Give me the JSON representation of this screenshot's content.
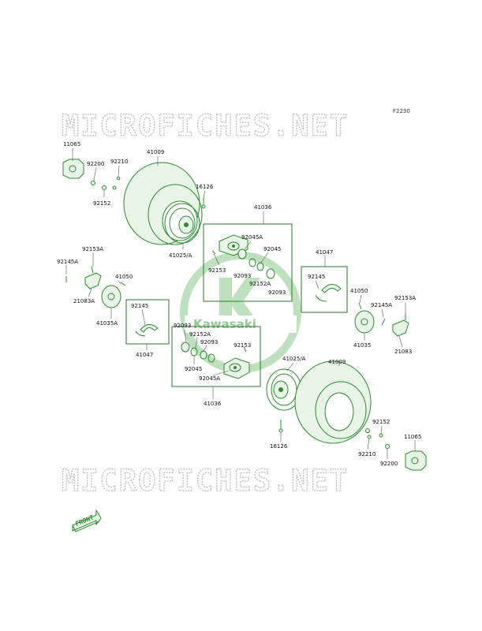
{
  "diagram": {
    "figure_code": "F2230",
    "watermark_text": "MICROFICHES.NET",
    "brand_name": "Kawasaki",
    "front_arrow_text": "FRONT",
    "accent_color": "#2e8b2e",
    "labels": {
      "l_11065_left": "11065",
      "l_92200_left": "92200",
      "l_92210_left": "92210",
      "l_92152_left": "92152",
      "l_41009_left": "41009",
      "l_16126_left": "16126",
      "l_41025a_left": "41025/A",
      "l_41036_top": "41036",
      "l_92045a_top": "92045A",
      "l_92045_top": "92045",
      "l_92153_top": "92153",
      "l_92093_top": "92093",
      "l_92152a_top": "92152A",
      "l_92093_top2": "92093",
      "l_41047_right": "41047",
      "l_92145_right": "92145",
      "l_92153a_left": "92153A",
      "l_92145a_left": "92145A",
      "l_41050_left": "41050",
      "l_21083a_left": "21083A",
      "l_41035a_left": "41035A",
      "l_92145_left": "92145",
      "l_41047_left": "41047",
      "l_92093_bot": "92093",
      "l_92152a_bot": "92152A",
      "l_92093_bot2": "92093",
      "l_92153_bot": "92153",
      "l_92045_bot": "92045",
      "l_92045a_bot": "92045A",
      "l_41036_bot": "41036",
      "l_41050_right": "41050",
      "l_92145a_right": "92145A",
      "l_92153a_right": "92153A",
      "l_41035_right": "41035",
      "l_21083_right": "21083",
      "l_41025a_right": "41025/A",
      "l_41009_right": "41009",
      "l_92152_right": "92152",
      "l_11065_right": "11065",
      "l_92210_right": "92210",
      "l_92200_right": "92200",
      "l_16126_right": "16126"
    }
  }
}
